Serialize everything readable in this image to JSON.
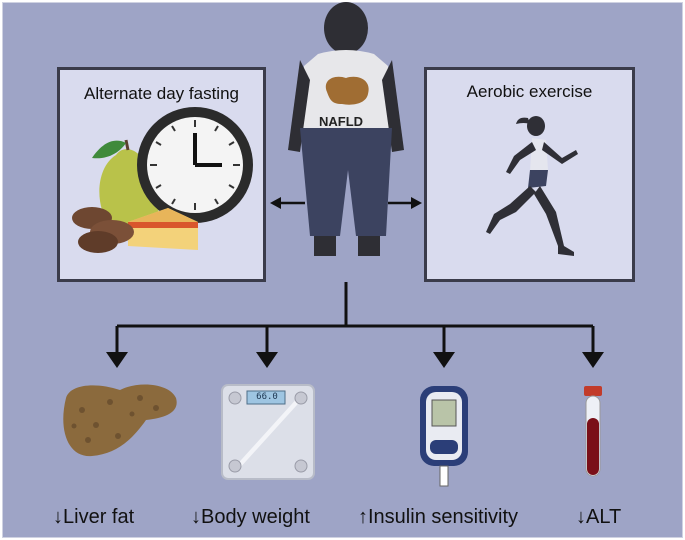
{
  "interventions": {
    "left_title": "Alternate day fasting",
    "right_title": "Aerobic exercise"
  },
  "center": {
    "label": "NAFLD"
  },
  "scale": {
    "display": "66.0"
  },
  "outcomes": [
    {
      "label": "↓Liver fat"
    },
    {
      "label": "↓Body weight"
    },
    {
      "label": "↑Insulin sensitivity"
    },
    {
      "label": "↓ALT"
    }
  ]
}
